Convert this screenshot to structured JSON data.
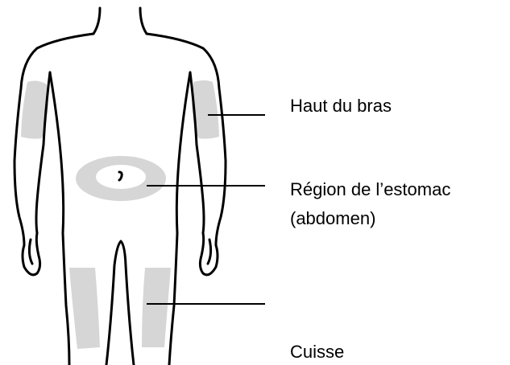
{
  "colors": {
    "outline": "#000000",
    "injection_zone": "#d6d6d6",
    "background": "#ffffff"
  },
  "labels": {
    "upper_arm": "Haut du bras",
    "stomach_line1": "Région de l’estomac",
    "stomach_line2": "(abdomen)",
    "thigh": "Cuisse"
  }
}
